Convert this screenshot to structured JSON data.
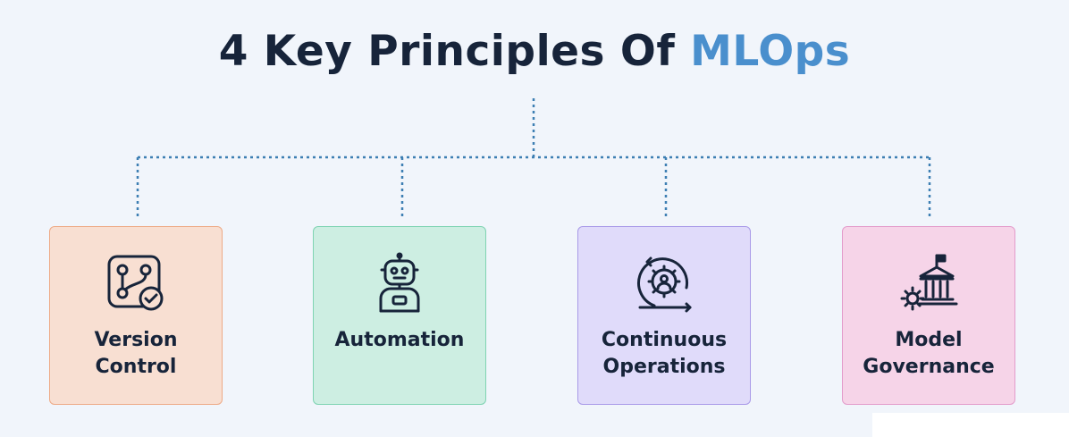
{
  "title": {
    "main": "4 Key Principles Of ",
    "accent": "MLOps"
  },
  "colors": {
    "title": "#17243a",
    "accent": "#4a8fcd",
    "connector": "#3d7fb3",
    "card_1_bg": "#f8dfd2",
    "card_2_bg": "#cdeee2",
    "card_3_bg": "#e0dbfa",
    "card_4_bg": "#f6d4e8"
  },
  "principles": [
    {
      "label": "Version\nControl",
      "icon": "version-control-icon"
    },
    {
      "label": "Automation",
      "icon": "robot-icon"
    },
    {
      "label": "Continuous\nOperations",
      "icon": "gear-cycle-icon"
    },
    {
      "label": "Model\nGovernance",
      "icon": "governance-building-icon"
    }
  ]
}
